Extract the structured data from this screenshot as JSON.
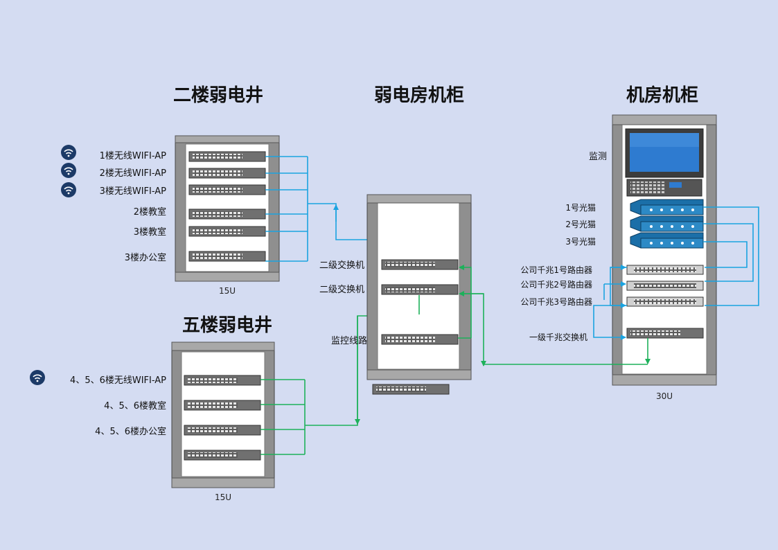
{
  "colors": {
    "background": "#d4dcf2",
    "blue_line": "#1aa3e0",
    "green_line": "#1db15a",
    "rack_frame": "#8f8f8f",
    "rack_inner": "#ffffff",
    "device": "#707070",
    "modem": "#1b6fa8",
    "wifi_icon": "#1c3a67"
  },
  "titles": {
    "floor2_well": "二楼弱电井",
    "floor5_well": "五楼弱电井",
    "weak_cabinet": "弱电房机柜",
    "server_cabinet": "机房机柜"
  },
  "rack_units": {
    "floor2": "15U",
    "floor5": "15U",
    "server": "30U"
  },
  "floor2_labels": [
    {
      "text": "1楼无线WIFI-AP",
      "icon": "wifi-icon"
    },
    {
      "text": "2楼无线WIFI-AP",
      "icon": "wifi-icon"
    },
    {
      "text": "3楼无线WIFI-AP",
      "icon": "wifi-icon"
    },
    {
      "text": "2楼教室",
      "icon": ""
    },
    {
      "text": "3楼教室",
      "icon": ""
    },
    {
      "text": "3楼办公室",
      "icon": ""
    }
  ],
  "floor5_labels": [
    {
      "text": "4、5、6楼无线WIFI-AP",
      "icon": "wifi-icon"
    },
    {
      "text": "4、5、6楼教室",
      "icon": ""
    },
    {
      "text": "4、5、6楼办公室",
      "icon": ""
    }
  ],
  "weak_cabinet_labels": {
    "switch_a": "二级交换机",
    "switch_b": "二级交换机",
    "monitor_line": "监控线路"
  },
  "server_cabinet_labels": {
    "monitor": "监测",
    "modem_1": "1号光猫",
    "modem_2": "2号光猫",
    "modem_3": "3号光猫",
    "router_1": "公司千兆1号路由器",
    "router_2": "公司千兆2号路由器",
    "router_3": "公司千兆3号路由器",
    "core_switch": "一级千兆交换机"
  }
}
